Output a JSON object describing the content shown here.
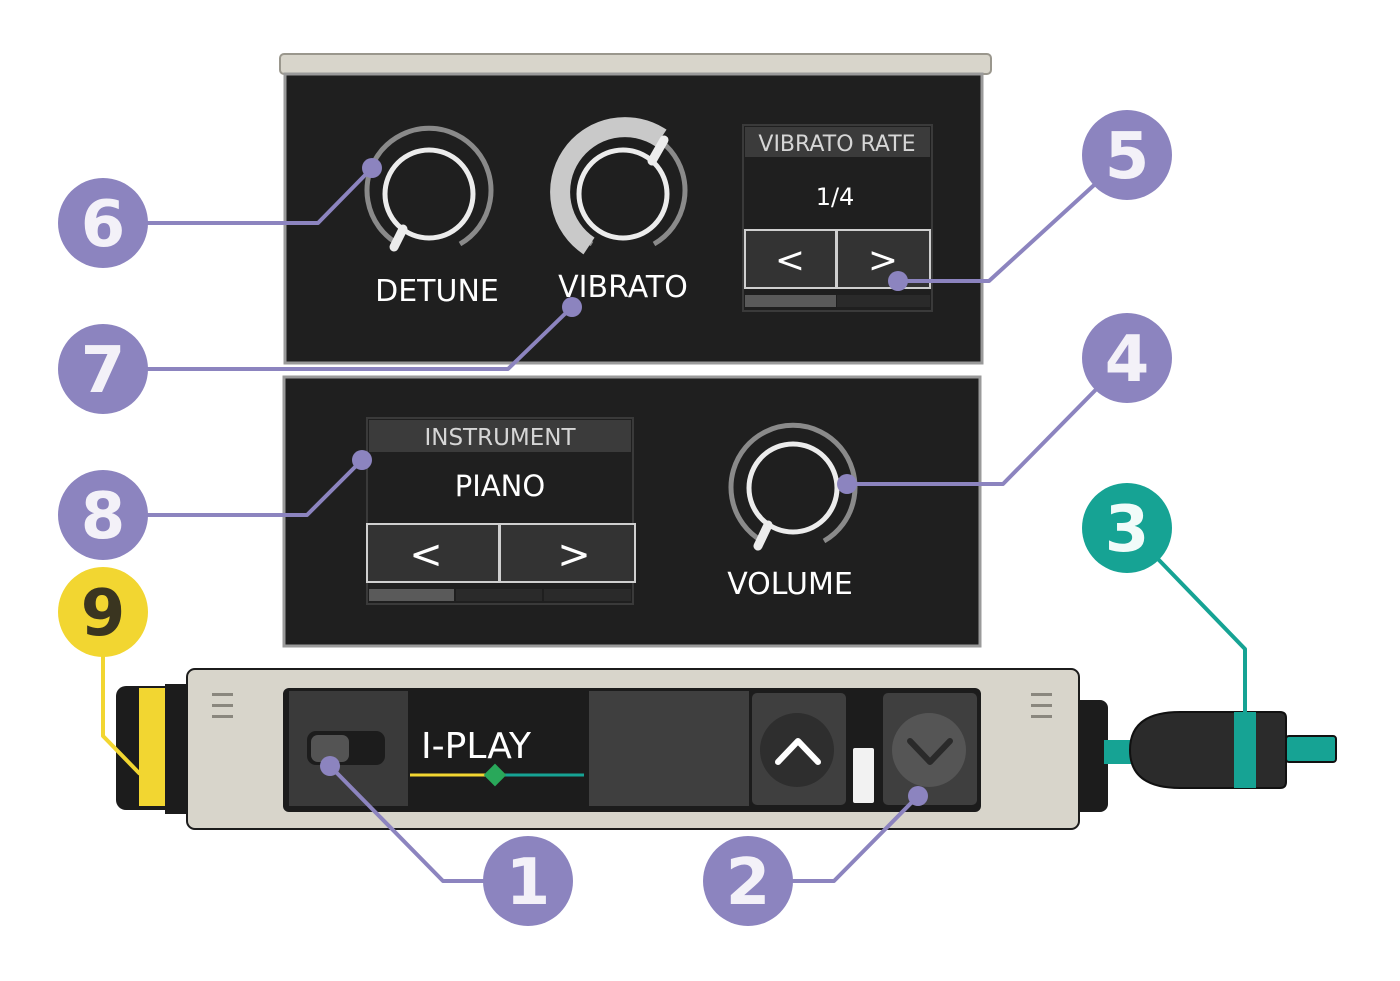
{
  "colors": {
    "panel_bg": "#1f1f1f",
    "panel_border": "#9a9a9a",
    "header_bar": "#d8d5cb",
    "device_body": "#d8d5cb",
    "callout_purple": "#8c84bf",
    "callout_teal": "#16a394",
    "callout_yellow": "#f2d631",
    "label_text": "#ffffff"
  },
  "upper_panel": {
    "detune_label": "DETUNE",
    "vibrato_label": "VIBRATO",
    "vibrato_rate": {
      "header": "VIBRATO RATE",
      "value": "1/4",
      "prev_label": "<",
      "next_label": ">"
    }
  },
  "lower_panel": {
    "instrument": {
      "header": "INSTRUMENT",
      "value": "PIANO",
      "prev_label": "<",
      "next_label": ">"
    },
    "volume_label": "VOLUME"
  },
  "device": {
    "name": "I-PLAY",
    "menu_icon": "hamburger-icon",
    "up_icon": "chevron-up-icon",
    "down_icon": "chevron-down-icon"
  },
  "callouts": {
    "c1": "1",
    "c2": "2",
    "c3": "3",
    "c4": "4",
    "c5": "5",
    "c6": "6",
    "c7": "7",
    "c8": "8",
    "c9": "9"
  }
}
